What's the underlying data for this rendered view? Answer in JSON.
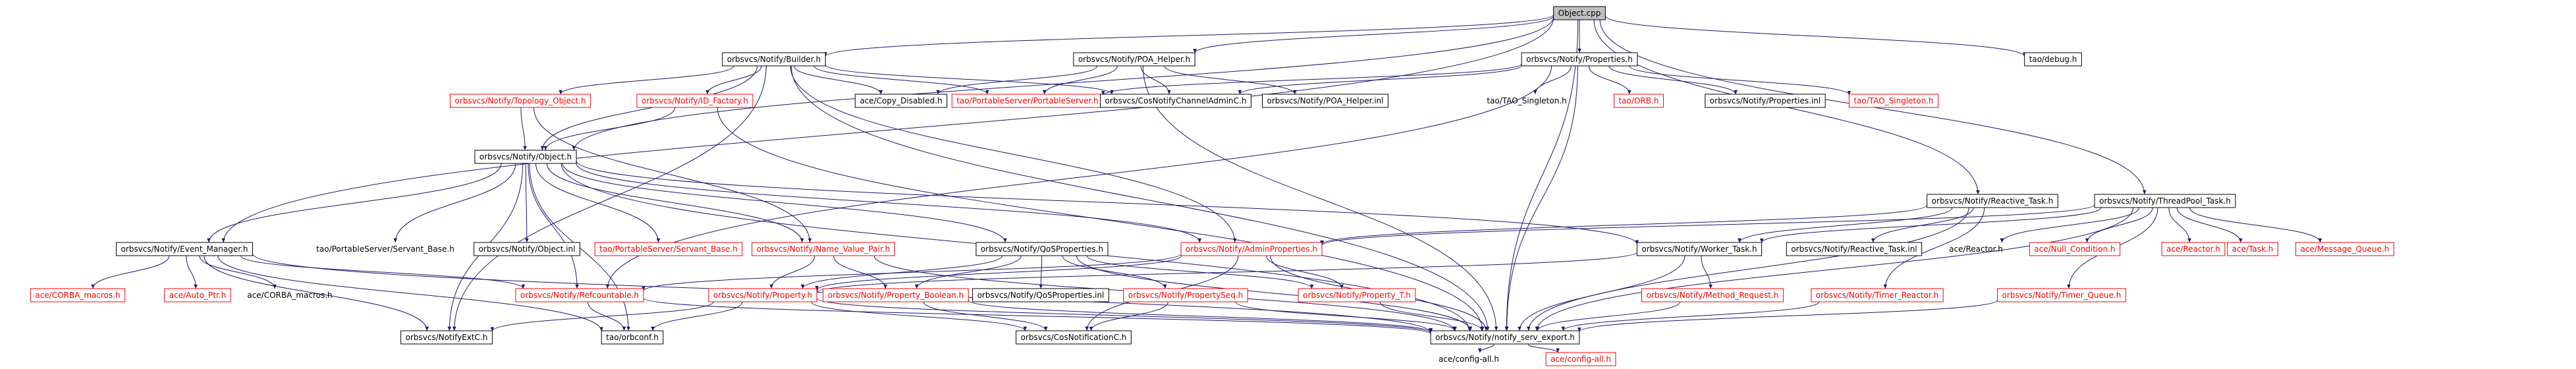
{
  "colors": {
    "edge": "#191970",
    "text_black": "#000000",
    "text_red": "#ff0000",
    "root_fill": "#bfbfbf",
    "box_black": "#000000",
    "box_red": "#ff0000"
  },
  "nodes": {
    "root": {
      "label": "Object.cpp",
      "style": "root"
    },
    "builder": {
      "label": "orbsvcs/Notify/Builder.h",
      "style": "black"
    },
    "poa_helper": {
      "label": "orbsvcs/Notify/POA_Helper.h",
      "style": "black"
    },
    "properties": {
      "label": "orbsvcs/Notify/Properties.h",
      "style": "black"
    },
    "tao_debug": {
      "label": "tao/debug.h",
      "style": "black"
    },
    "topology_object": {
      "label": "orbsvcs/Notify/Topology_Object.h",
      "style": "red"
    },
    "id_factory": {
      "label": "orbsvcs/Notify/ID_Factory.h",
      "style": "red"
    },
    "copy_disabled": {
      "label": "ace/Copy_Disabled.h",
      "style": "black"
    },
    "portable_server": {
      "label": "tao/PortableServer/PortableServer.h",
      "style": "red"
    },
    "cos_channel_admin": {
      "label": "orbsvcs/CosNotifyChannelAdminC.h",
      "style": "black"
    },
    "poa_helper_inl": {
      "label": "orbsvcs/Notify/POA_Helper.inl",
      "style": "black"
    },
    "tao_singleton_plain": {
      "label": "tao/TAO_Singleton.h",
      "style": "none"
    },
    "tao_orb": {
      "label": "tao/ORB.h",
      "style": "red"
    },
    "properties_inl": {
      "label": "orbsvcs/Notify/Properties.inl",
      "style": "black"
    },
    "tao_singleton_red": {
      "label": "tao/TAO_Singleton.h",
      "style": "red"
    },
    "object_h": {
      "label": "orbsvcs/Notify/Object.h",
      "style": "black"
    },
    "reactive_task": {
      "label": "orbsvcs/Notify/Reactive_Task.h",
      "style": "black"
    },
    "threadpool_task": {
      "label": "orbsvcs/Notify/ThreadPool_Task.h",
      "style": "black"
    },
    "event_manager": {
      "label": "orbsvcs/Notify/Event_Manager.h",
      "style": "black"
    },
    "servant_base_plain": {
      "label": "tao/PortableServer/Servant_Base.h",
      "style": "none"
    },
    "object_inl": {
      "label": "orbsvcs/Notify/Object.inl",
      "style": "black"
    },
    "servant_base_red": {
      "label": "tao/PortableServer/Servant_Base.h",
      "style": "red"
    },
    "name_value_pair": {
      "label": "orbsvcs/Notify/Name_Value_Pair.h",
      "style": "red"
    },
    "qos_properties": {
      "label": "orbsvcs/Notify/QoSProperties.h",
      "style": "black"
    },
    "admin_properties": {
      "label": "orbsvcs/Notify/AdminProperties.h",
      "style": "red"
    },
    "worker_task": {
      "label": "orbsvcs/Notify/Worker_Task.h",
      "style": "black"
    },
    "reactive_task_inl": {
      "label": "orbsvcs/Notify/Reactive_Task.inl",
      "style": "black"
    },
    "ace_reactor_plain": {
      "label": "ace/Reactor.h",
      "style": "none"
    },
    "ace_null_condition": {
      "label": "ace/Null_Condition.h",
      "style": "red"
    },
    "ace_reactor_red": {
      "label": "ace/Reactor.h",
      "style": "red"
    },
    "ace_task": {
      "label": "ace/Task.h",
      "style": "red"
    },
    "ace_message_queue": {
      "label": "ace/Message_Queue.h",
      "style": "red"
    },
    "ace_corba_macros_red": {
      "label": "ace/CORBA_macros.h",
      "style": "red"
    },
    "ace_auto_ptr": {
      "label": "ace/Auto_Ptr.h",
      "style": "red"
    },
    "ace_corba_macros_plain": {
      "label": "ace/CORBA_macros.h",
      "style": "none"
    },
    "refcountable": {
      "label": "orbsvcs/Notify/Refcountable.h",
      "style": "red"
    },
    "property": {
      "label": "orbsvcs/Notify/Property.h",
      "style": "red"
    },
    "property_boolean": {
      "label": "orbsvcs/Notify/Property_Boolean.h",
      "style": "red"
    },
    "qos_properties_inl": {
      "label": "orbsvcs/Notify/QoSProperties.inl",
      "style": "black"
    },
    "property_seq": {
      "label": "orbsvcs/Notify/PropertySeq.h",
      "style": "red"
    },
    "property_t": {
      "label": "orbsvcs/Notify/Property_T.h",
      "style": "red"
    },
    "method_request": {
      "label": "orbsvcs/Notify/Method_Request.h",
      "style": "red"
    },
    "timer_reactor": {
      "label": "orbsvcs/Notify/Timer_Reactor.h",
      "style": "red"
    },
    "timer_queue": {
      "label": "orbsvcs/Notify/Timer_Queue.h",
      "style": "red"
    },
    "notify_ext": {
      "label": "orbsvcs/NotifyExtC.h",
      "style": "black"
    },
    "tao_orbconf": {
      "label": "tao/orbconf.h",
      "style": "black"
    },
    "cos_notification": {
      "label": "orbsvcs/CosNotificationC.h",
      "style": "black"
    },
    "notify_serv_export": {
      "label": "orbsvcs/Notify/notify_serv_export.h",
      "style": "black"
    },
    "config_all_plain": {
      "label": "ace/config-all.h",
      "style": "none"
    },
    "config_all_red": {
      "label": "ace/config-all.h",
      "style": "red"
    }
  },
  "edges": [
    [
      "root",
      "builder"
    ],
    [
      "root",
      "poa_helper"
    ],
    [
      "root",
      "properties"
    ],
    [
      "root",
      "tao_debug"
    ],
    [
      "root",
      "object_h"
    ],
    [
      "root",
      "event_manager"
    ],
    [
      "root",
      "reactive_task"
    ],
    [
      "root",
      "threadpool_task"
    ],
    [
      "root",
      "notify_serv_export"
    ],
    [
      "builder",
      "topology_object"
    ],
    [
      "builder",
      "id_factory"
    ],
    [
      "builder",
      "copy_disabled"
    ],
    [
      "builder",
      "portable_server"
    ],
    [
      "builder",
      "cos_channel_admin"
    ],
    [
      "builder",
      "object_h"
    ],
    [
      "builder",
      "admin_properties"
    ],
    [
      "builder",
      "notify_ext"
    ],
    [
      "builder",
      "notify_serv_export"
    ],
    [
      "poa_helper",
      "copy_disabled"
    ],
    [
      "poa_helper",
      "portable_server"
    ],
    [
      "poa_helper",
      "cos_channel_admin"
    ],
    [
      "poa_helper",
      "poa_helper_inl"
    ],
    [
      "poa_helper",
      "notify_serv_export"
    ],
    [
      "properties",
      "portable_server"
    ],
    [
      "properties",
      "cos_channel_admin"
    ],
    [
      "properties",
      "tao_singleton_plain"
    ],
    [
      "properties",
      "tao_orb"
    ],
    [
      "properties",
      "properties_inl"
    ],
    [
      "properties",
      "tao_singleton_red"
    ],
    [
      "properties",
      "notify_serv_export"
    ],
    [
      "properties",
      "refcountable"
    ],
    [
      "topology_object",
      "object_h"
    ],
    [
      "topology_object",
      "name_value_pair"
    ],
    [
      "id_factory",
      "object_h"
    ],
    [
      "id_factory",
      "notify_serv_export"
    ],
    [
      "object_h",
      "event_manager"
    ],
    [
      "object_h",
      "servant_base_plain"
    ],
    [
      "object_h",
      "object_inl"
    ],
    [
      "object_h",
      "servant_base_red"
    ],
    [
      "object_h",
      "name_value_pair"
    ],
    [
      "object_h",
      "qos_properties"
    ],
    [
      "object_h",
      "admin_properties"
    ],
    [
      "object_h",
      "worker_task"
    ],
    [
      "object_h",
      "refcountable"
    ],
    [
      "object_h",
      "tao_orbconf"
    ],
    [
      "object_h",
      "notify_serv_export"
    ],
    [
      "object_h",
      "notify_ext"
    ],
    [
      "reactive_task",
      "worker_task"
    ],
    [
      "reactive_task",
      "reactive_task_inl"
    ],
    [
      "reactive_task",
      "admin_properties"
    ],
    [
      "reactive_task",
      "timer_reactor"
    ],
    [
      "reactive_task",
      "notify_serv_export"
    ],
    [
      "threadpool_task",
      "worker_task"
    ],
    [
      "threadpool_task",
      "ace_reactor_plain"
    ],
    [
      "threadpool_task",
      "ace_null_condition"
    ],
    [
      "threadpool_task",
      "ace_reactor_red"
    ],
    [
      "threadpool_task",
      "ace_task"
    ],
    [
      "threadpool_task",
      "ace_message_queue"
    ],
    [
      "threadpool_task",
      "timer_queue"
    ],
    [
      "threadpool_task",
      "admin_properties"
    ],
    [
      "threadpool_task",
      "notify_serv_export"
    ],
    [
      "event_manager",
      "ace_corba_macros_red"
    ],
    [
      "event_manager",
      "ace_auto_ptr"
    ],
    [
      "event_manager",
      "ace_corba_macros_plain"
    ],
    [
      "event_manager",
      "refcountable"
    ],
    [
      "event_manager",
      "notify_ext"
    ],
    [
      "event_manager",
      "notify_serv_export"
    ],
    [
      "event_manager",
      "tao_orbconf"
    ],
    [
      "name_value_pair",
      "property"
    ],
    [
      "name_value_pair",
      "property_boolean"
    ],
    [
      "name_value_pair",
      "notify_serv_export"
    ],
    [
      "qos_properties",
      "property"
    ],
    [
      "qos_properties",
      "property_boolean"
    ],
    [
      "qos_properties",
      "qos_properties_inl"
    ],
    [
      "qos_properties",
      "property_seq"
    ],
    [
      "qos_properties",
      "property_t"
    ],
    [
      "qos_properties",
      "notify_serv_export"
    ],
    [
      "admin_properties",
      "property"
    ],
    [
      "admin_properties",
      "property_t"
    ],
    [
      "admin_properties",
      "refcountable"
    ],
    [
      "admin_properties",
      "cos_notification"
    ],
    [
      "admin_properties",
      "notify_serv_export"
    ],
    [
      "worker_task",
      "method_request"
    ],
    [
      "worker_task",
      "notify_serv_export"
    ],
    [
      "worker_task",
      "property"
    ],
    [
      "refcountable",
      "tao_orbconf"
    ],
    [
      "refcountable",
      "notify_serv_export"
    ],
    [
      "property",
      "notify_ext"
    ],
    [
      "property",
      "tao_orbconf"
    ],
    [
      "property",
      "cos_notification"
    ],
    [
      "property",
      "notify_serv_export"
    ],
    [
      "property_boolean",
      "cos_notification"
    ],
    [
      "property_boolean",
      "notify_serv_export"
    ],
    [
      "property_seq",
      "cos_notification"
    ],
    [
      "property_seq",
      "notify_serv_export"
    ],
    [
      "property_t",
      "notify_serv_export"
    ],
    [
      "method_request",
      "notify_serv_export"
    ],
    [
      "timer_reactor",
      "notify_serv_export"
    ],
    [
      "timer_queue",
      "notify_serv_export"
    ],
    [
      "notify_serv_export",
      "config_all_plain"
    ],
    [
      "notify_serv_export",
      "config_all_red"
    ]
  ]
}
